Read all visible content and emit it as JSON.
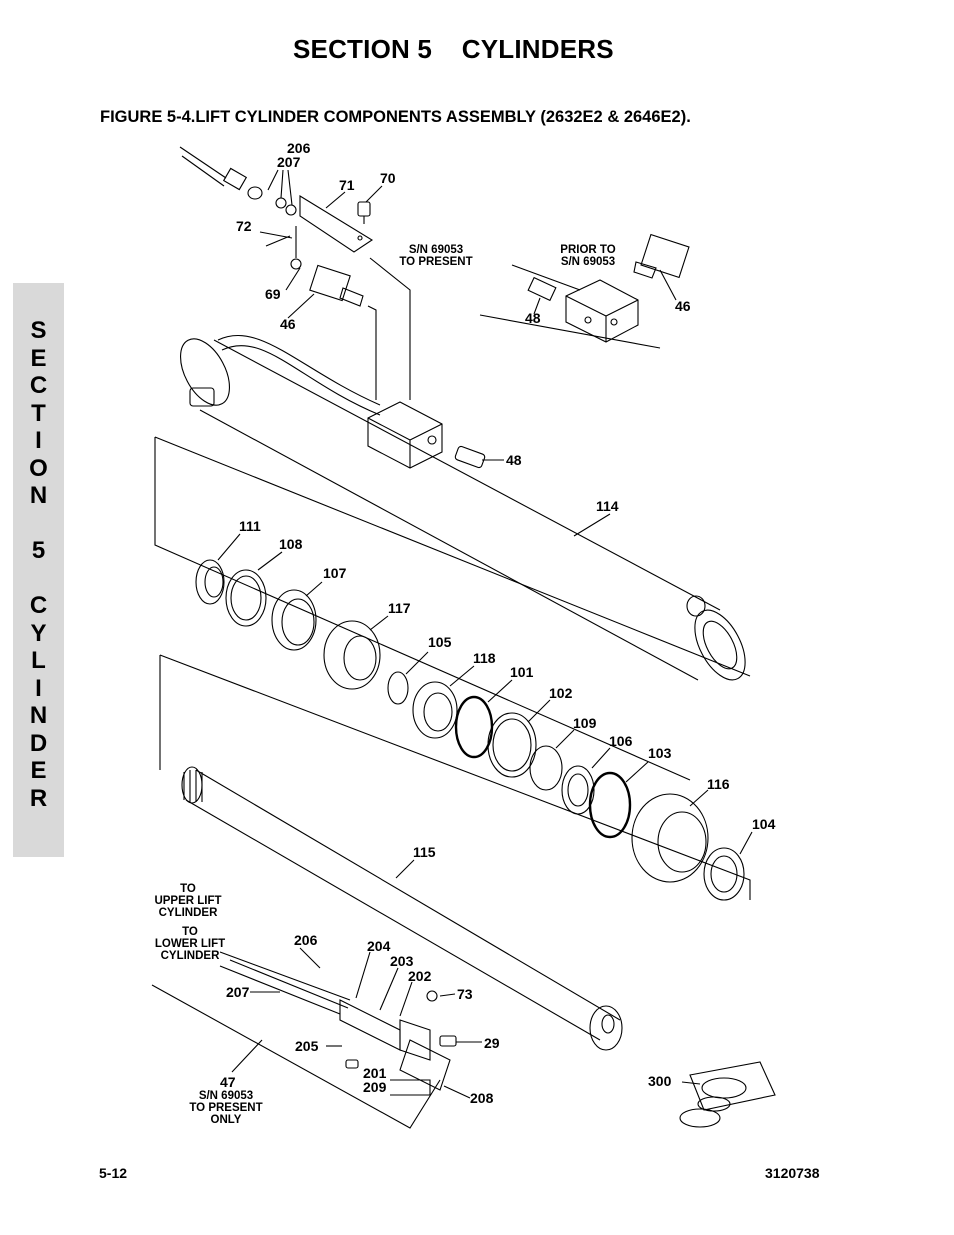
{
  "page": {
    "section_title": "SECTION 5    CYLINDERS",
    "figure_title": "FIGURE 5-4.LIFT CYLINDER COMPONENTS ASSEMBLY (2632E2 & 2646E2).",
    "side_tab": [
      "S",
      "E",
      "C",
      "T",
      "I",
      "O",
      "N",
      "",
      "5",
      "",
      "C",
      "Y",
      "L",
      "I",
      "N",
      "D",
      "E",
      "R"
    ],
    "footer_left": "5-12",
    "footer_right": "3120738"
  },
  "callouts": {
    "c206_top": "206",
    "c207_top": "207",
    "c71": "71",
    "c70": "70",
    "c72": "72",
    "c69": "69",
    "c46_left": "46",
    "c46_right": "46",
    "c48_right": "48",
    "c48_mid": "48",
    "c114": "114",
    "c111": "111",
    "c108": "108",
    "c107": "107",
    "c117": "117",
    "c105": "105",
    "c118": "118",
    "c101": "101",
    "c102": "102",
    "c109": "109",
    "c106": "106",
    "c103": "103",
    "c116": "116",
    "c104": "104",
    "c115": "115",
    "c206_bot": "206",
    "c204": "204",
    "c203": "203",
    "c202": "202",
    "c73": "73",
    "c207_bot": "207",
    "c29": "29",
    "c205": "205",
    "c201": "201",
    "c209": "209",
    "c47": "47",
    "c208": "208",
    "c300": "300"
  },
  "notes": {
    "sn_present_1": "S/N 69053",
    "sn_present_2": "TO PRESENT",
    "prior_1": "PRIOR TO",
    "prior_2": "S/N 69053",
    "upper_1": "TO",
    "upper_2": "UPPER LIFT",
    "upper_3": "CYLINDER",
    "lower_1": "TO",
    "lower_2": "LOWER LIFT",
    "lower_3": "CYLINDER",
    "only_1": "S/N 69053",
    "only_2": "TO PRESENT",
    "only_3": "ONLY"
  }
}
